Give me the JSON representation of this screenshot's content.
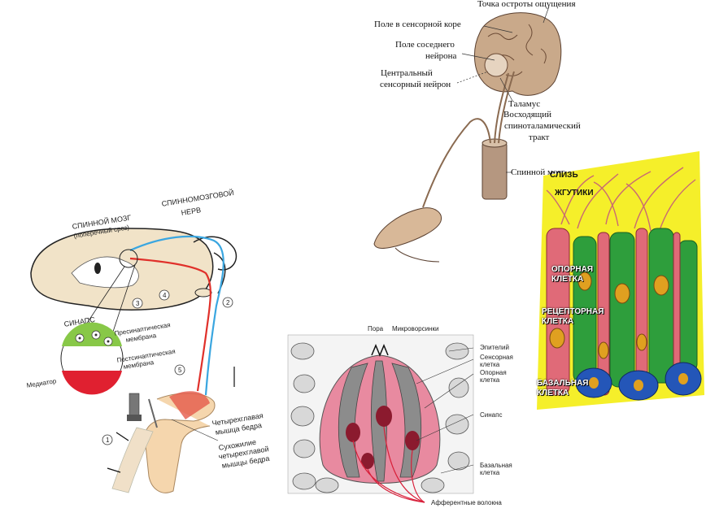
{
  "brain_figure": {
    "labels": {
      "acuity_point": "Точка остроты ощущения",
      "cortex_field": "Поле в сенсорной коре",
      "neighbor_field_1": "Поле соседнего",
      "neighbor_field_2": "нейрона",
      "central_neuron_1": "Центральный",
      "central_neuron_2": "сенсорный нейрон",
      "thalamus": "Таламус",
      "tract_1": "Восходящий",
      "tract_2": "спиноталамический",
      "tract_3": "тракт",
      "spinal_cord": "Спинной мозг"
    }
  },
  "reflex_figure": {
    "labels": {
      "spinal_cord_1": "СПИННОЙ МОЗГ",
      "spinal_cord_2": "(поперечный срез)",
      "spinal_nerve_1": "СПИННОМОЗГОВОЙ",
      "spinal_nerve_2": "НЕРВ",
      "synapse": "СИНАПС",
      "presynaptic_1": "Пресинаптическая",
      "presynaptic_2": "мембрана",
      "postsynaptic_1": "Постсинаптическая",
      "postsynaptic_2": "мембрана",
      "mediator": "Медиатор",
      "quadriceps_1": "Четырехглавая",
      "quadriceps_2": "мышца бедра",
      "tendon_1": "Сухожилие",
      "tendon_2": "четырехглавой",
      "tendon_3": "мышцы бедра",
      "n1": "1",
      "n2": "2",
      "n3": "3",
      "n4": "4",
      "n5": "5"
    }
  },
  "taste_bud_figure": {
    "labels": {
      "pore": "Пора",
      "microvilli": "Микроворсинки",
      "epithelium": "Эпителий",
      "sensory_cell_1": "Сенсорная",
      "sensory_cell_2": "клетка",
      "support_cell_1": "Опорная",
      "support_cell_2": "клетка",
      "synapse": "Синапс",
      "basal_cell_1": "Базальная",
      "basal_cell_2": "клетка",
      "afferent": "Афферентные волокна"
    }
  },
  "olfactory_figure": {
    "labels": {
      "mucus": "СЛИЗЬ",
      "cilia": "ЖГУТИКИ",
      "support_1": "ОПОРНАЯ",
      "support_2": "КЛЕТКА",
      "receptor_1": "РЕЦЕПТОРНАЯ",
      "receptor_2": "КЛЕТКА",
      "basal_1": "БАЗАЛЬНАЯ",
      "basal_2": "КЛЕТКА"
    },
    "colors": {
      "mucus": "#f5ef2a",
      "support": "#2e9e3c",
      "receptor": "#e06a78",
      "basal": "#2456b8"
    }
  }
}
